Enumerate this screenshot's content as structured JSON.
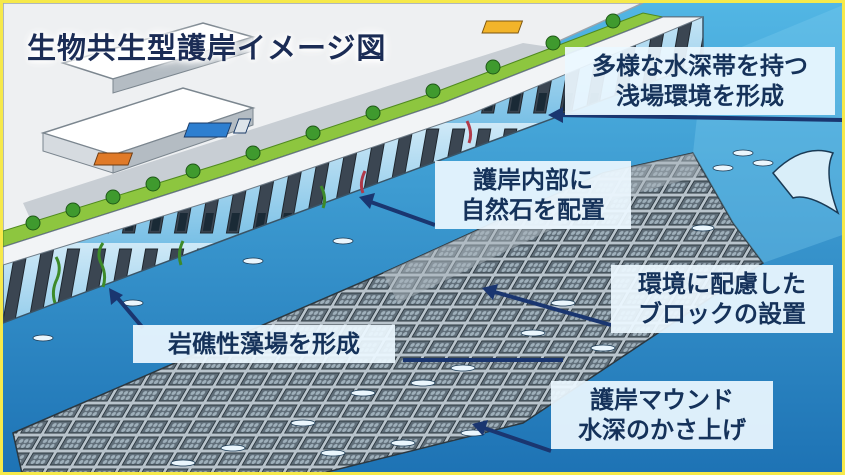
{
  "title": "生物共生型護岸イメージ図",
  "callouts": {
    "shallows": {
      "line1": "多様な水深帯を持つ",
      "line2": "浅場環境を形成"
    },
    "stones": {
      "line1": "護岸内部に",
      "line2": "自然石を配置"
    },
    "blocks": {
      "line1": "環境に配慮した",
      "line2": "ブロックの設置"
    },
    "seaweed": {
      "line1": "岩礁性藻場を形成"
    },
    "mound": {
      "line1": "護岸マウンド",
      "line2": "水深のかさ上げ"
    }
  },
  "colors": {
    "frame": "#f6e94a",
    "sea": "#2f9fd6",
    "sea_deep": "#1c6fb0",
    "callout_text": "#15325a",
    "arrow": "#1a3670",
    "land": "#eef0f2",
    "grass": "#8dc63f"
  },
  "icons": [
    "fish-icon",
    "manta-ray-icon",
    "seaweed-icon",
    "truck-icon",
    "tree-icon",
    "warehouse-icon",
    "arrow-icon"
  ]
}
